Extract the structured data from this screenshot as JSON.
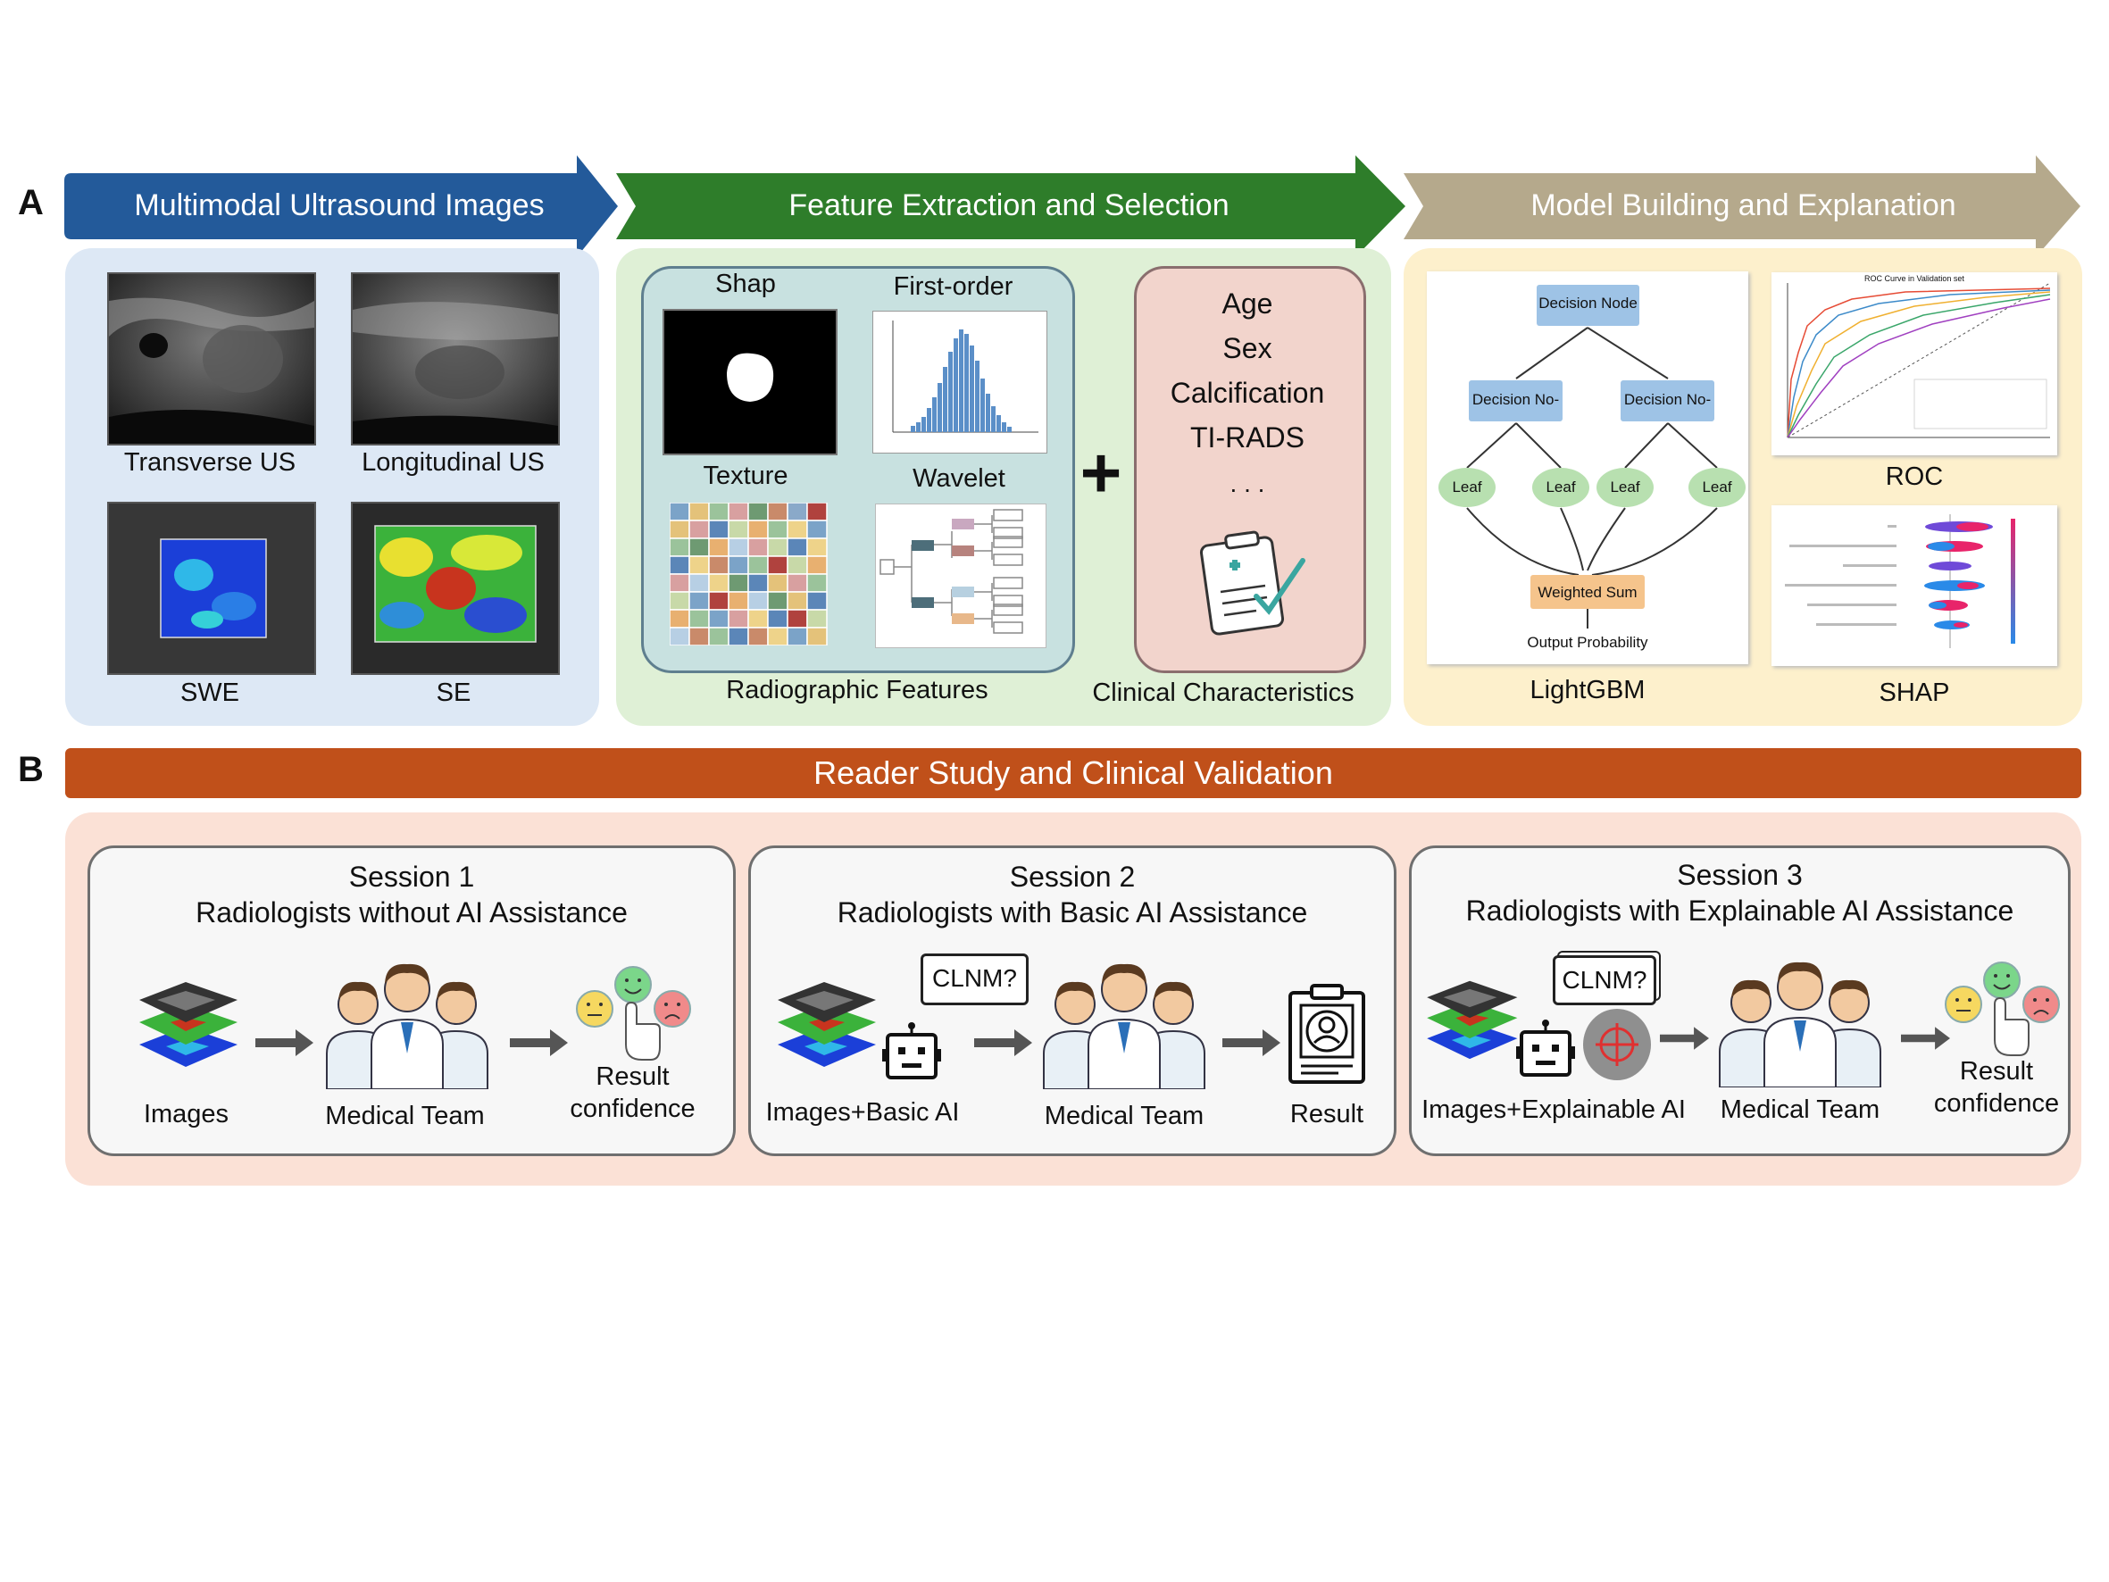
{
  "sections": {
    "a_letter": "A",
    "b_letter": "B"
  },
  "arrows": [
    {
      "label": "Multimodal Ultrasound Images",
      "color": "#235a9a"
    },
    {
      "label": "Feature Extraction and Selection",
      "color": "#2e7d2a"
    },
    {
      "label": "Model Building and Explanation",
      "color": "#b5a98c"
    }
  ],
  "ultrasound": {
    "captions": [
      "Transverse US",
      "Longitudinal US",
      "SWE",
      "SE"
    ]
  },
  "features": {
    "shap_label": "Shap",
    "first_order_label": "First-order",
    "texture_label": "Texture",
    "wavelet_label": "Wavelet",
    "group_caption": "Radiographic Features",
    "plus": "+",
    "clinical_items": [
      "Age",
      "Sex",
      "Calcification",
      "TI-RADS",
      ". . ."
    ],
    "clinical_caption": "Clinical Characteristics"
  },
  "model": {
    "tree": {
      "root": "Decision Node",
      "left": "Decision No-",
      "right": "Decision No-",
      "leaves": [
        "Leaf",
        "Leaf",
        "Leaf",
        "Leaf"
      ],
      "sum": "Weighted Sum",
      "output": "Output Probability"
    },
    "lightgbm_caption": "LightGBM",
    "roc_caption": "ROC",
    "roc_title": "ROC Curve in Validation set",
    "shap_caption": "SHAP"
  },
  "reader": {
    "banner": "Reader Study and Clinical Validation",
    "banner_color": "#c0501a",
    "sessions": [
      {
        "title1": "Session 1",
        "title2": "Radiologists without AI Assistance",
        "cap1": "Images",
        "cap2": "Medical Team",
        "cap3": "Result\nconfidence"
      },
      {
        "title1": "Session 2",
        "title2": "Radiologists with Basic AI Assistance",
        "cap1": "Images+Basic AI",
        "cap2": "Medical Team",
        "cap3": "Result",
        "bubble": "CLNM?"
      },
      {
        "title1": "Session 3",
        "title2": "Radiologists with Explainable AI Assistance",
        "cap1": "Images+Explainable AI",
        "cap2": "Medical Team",
        "cap3": "Result\nconfidence",
        "bubble": "CLNM?"
      }
    ]
  },
  "colors": {
    "panel_blue": "#dde8f5",
    "panel_green": "#dff0d6",
    "panel_yellow": "#fdf0cc",
    "panel_pink": "#fbe1d6",
    "clinical_box": "#f2d4cc",
    "radio_box": "#c8e1e0"
  }
}
